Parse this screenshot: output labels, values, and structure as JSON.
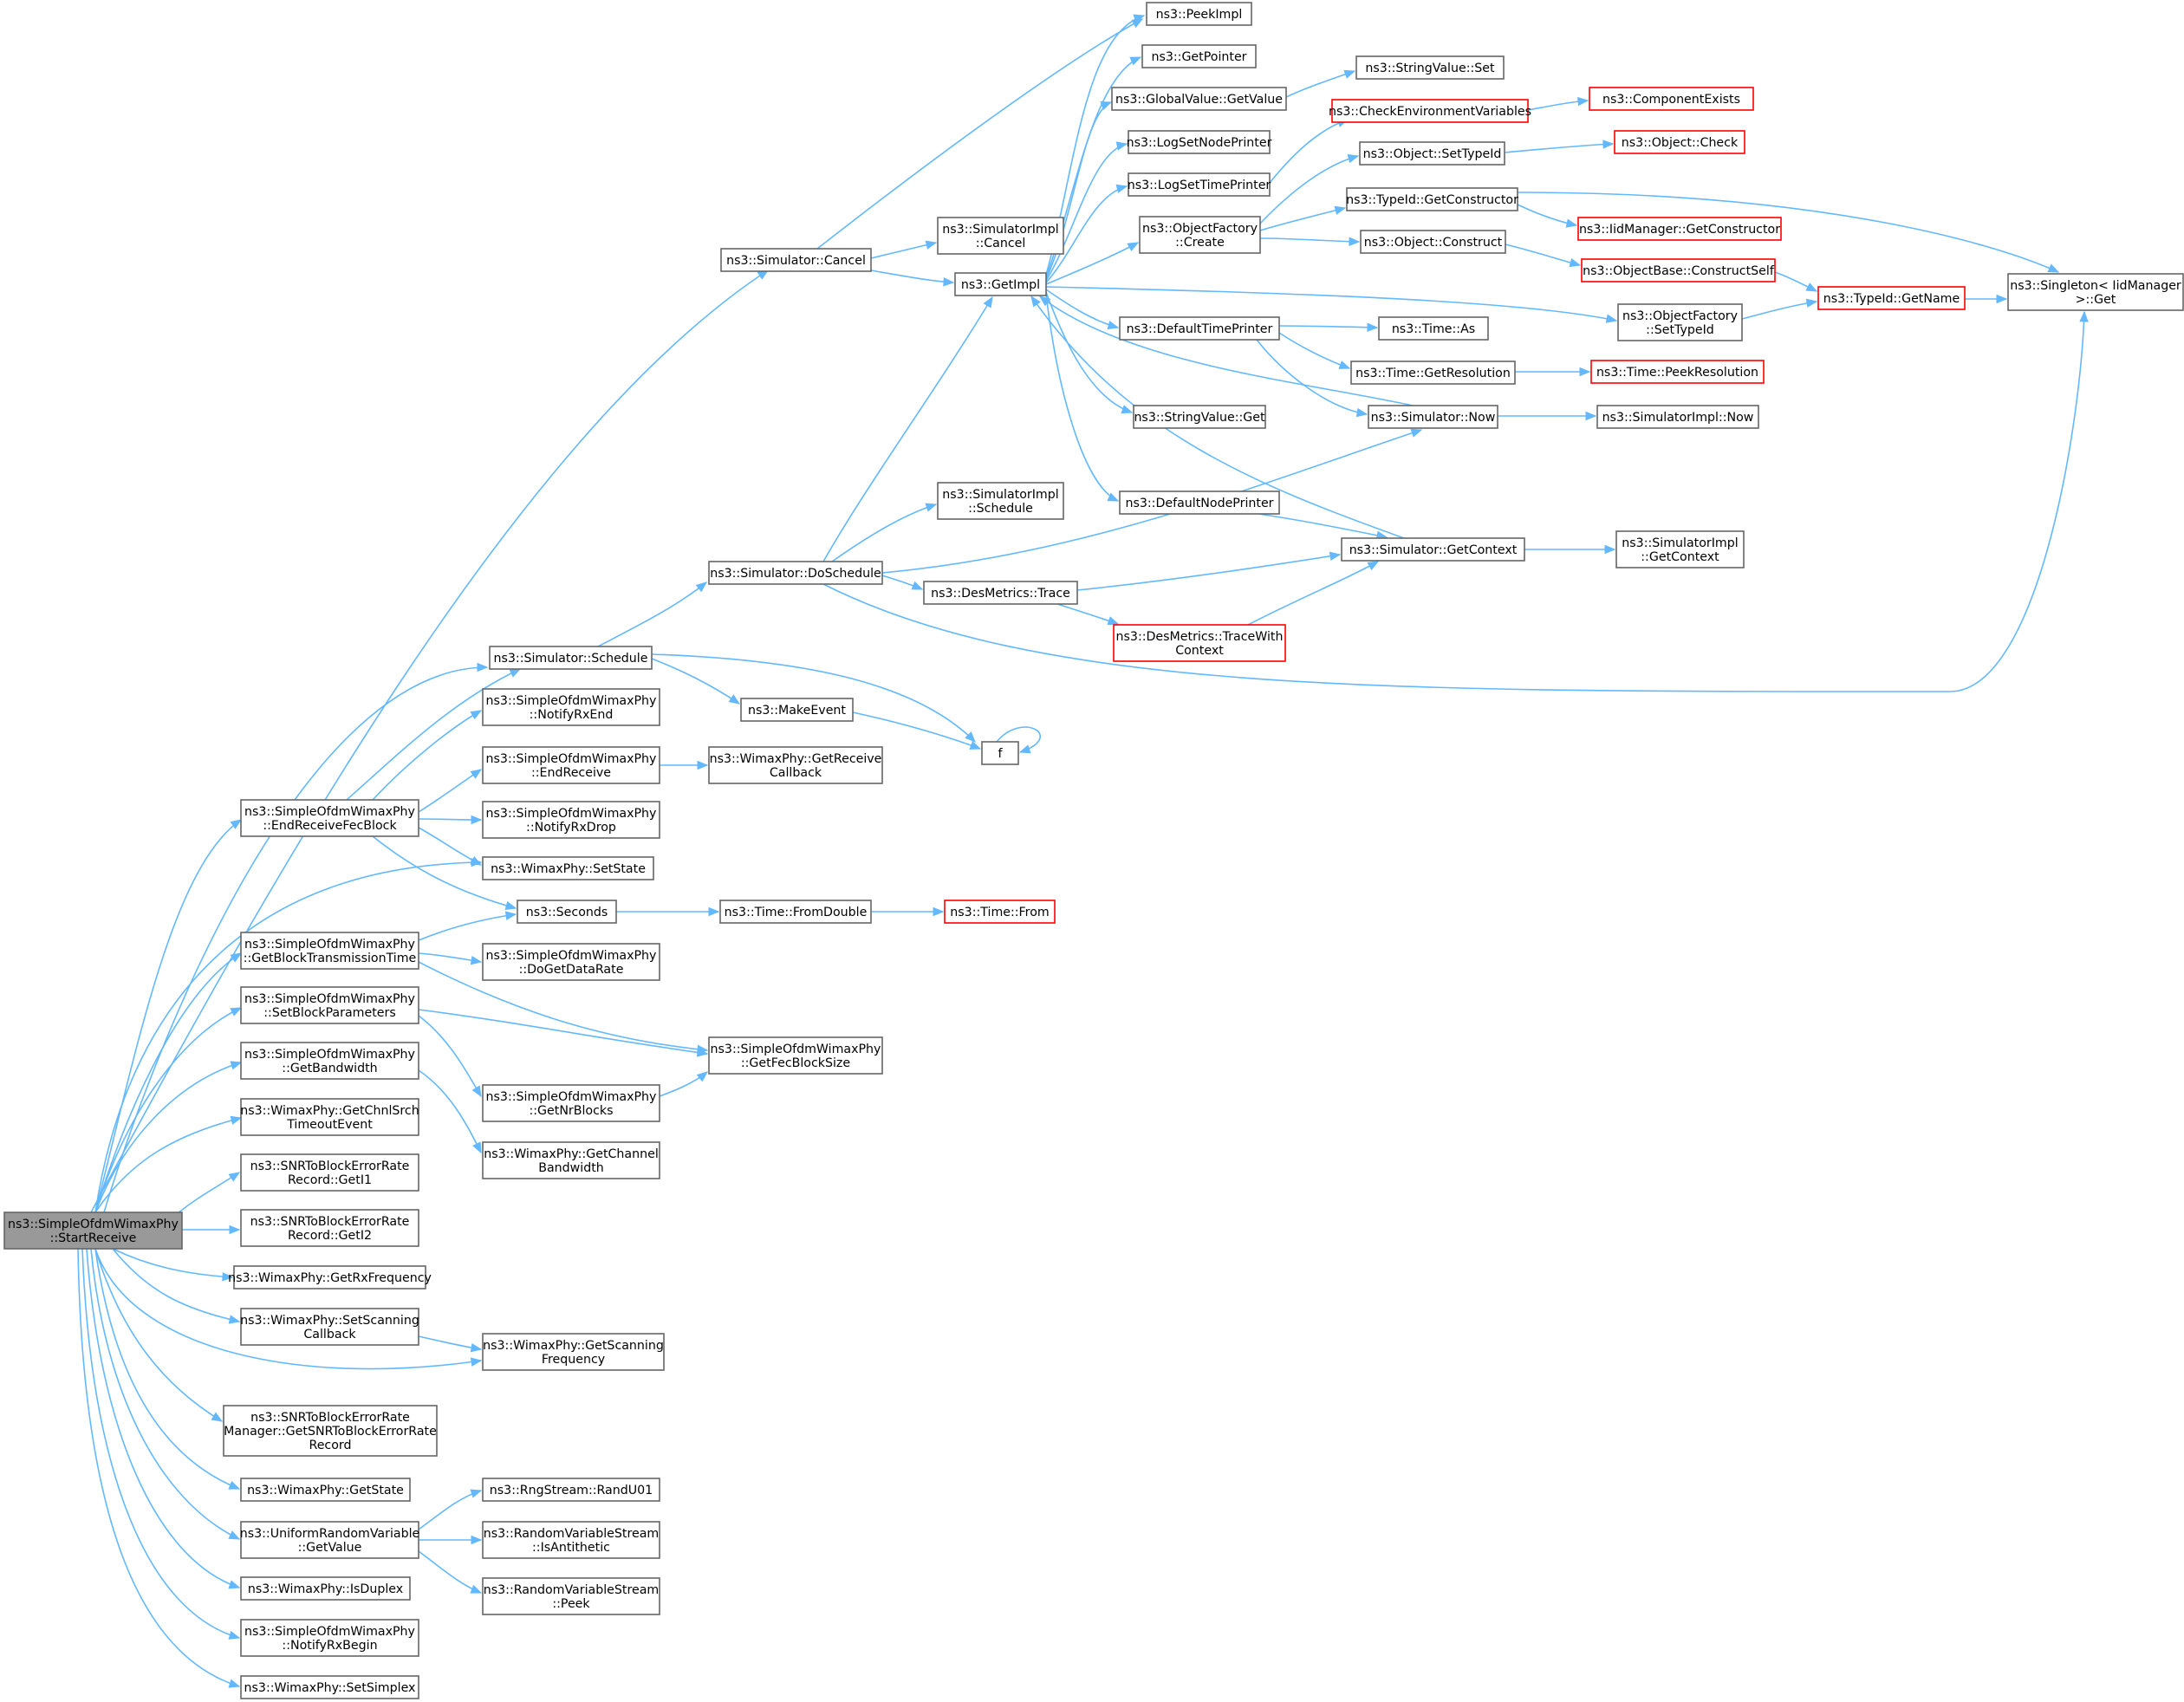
{
  "colors": {
    "edge": "#63b8ff",
    "node_border": "#666666",
    "node_fill": "#ffffff",
    "truncated_border": "#ff0000",
    "truncated_fill": "#ffffff",
    "root_fill": "#999999",
    "root_border": "#666666"
  },
  "nodes": [
    {
      "id": "root",
      "lines": [
        "ns3::SimpleOfdmWimaxPhy",
        "::StartReceive"
      ],
      "style": "root"
    },
    {
      "id": "cancel",
      "lines": [
        "ns3::Simulator::Cancel"
      ]
    },
    {
      "id": "peekimpl",
      "lines": [
        "ns3::PeekImpl"
      ]
    },
    {
      "id": "simimplcancel",
      "lines": [
        "ns3::SimulatorImpl",
        "::Cancel"
      ]
    },
    {
      "id": "getimpl",
      "lines": [
        "ns3::GetImpl"
      ]
    },
    {
      "id": "getpointer",
      "lines": [
        "ns3::GetPointer"
      ]
    },
    {
      "id": "gvgetvalue",
      "lines": [
        "ns3::GlobalValue::GetValue"
      ]
    },
    {
      "id": "svset",
      "lines": [
        "ns3::StringValue::Set"
      ]
    },
    {
      "id": "checkenv",
      "lines": [
        "ns3::CheckEnvironmentVariables"
      ],
      "style": "truncated"
    },
    {
      "id": "compexists",
      "lines": [
        "ns3::ComponentExists"
      ],
      "style": "truncated"
    },
    {
      "id": "logsetnode",
      "lines": [
        "ns3::LogSetNodePrinter"
      ]
    },
    {
      "id": "logsettime",
      "lines": [
        "ns3::LogSetTimePrinter"
      ]
    },
    {
      "id": "objsettypeid",
      "lines": [
        "ns3::Object::SetTypeId"
      ]
    },
    {
      "id": "objcheck",
      "lines": [
        "ns3::Object::Check"
      ],
      "style": "truncated"
    },
    {
      "id": "objfactcreate",
      "lines": [
        "ns3::ObjectFactory",
        "::Create"
      ]
    },
    {
      "id": "tidgetctor",
      "lines": [
        "ns3::TypeId::GetConstructor"
      ]
    },
    {
      "id": "iidgetctor",
      "lines": [
        "ns3::IidManager::GetConstructor"
      ],
      "style": "truncated"
    },
    {
      "id": "objconstruct",
      "lines": [
        "ns3::Object::Construct"
      ]
    },
    {
      "id": "objbaseconstruct",
      "lines": [
        "ns3::ObjectBase::ConstructSelf"
      ],
      "style": "truncated"
    },
    {
      "id": "tidgetname",
      "lines": [
        "ns3::TypeId::GetName"
      ],
      "style": "truncated"
    },
    {
      "id": "singleton",
      "lines": [
        "ns3::Singleton< IidManager",
        ">::Get"
      ]
    },
    {
      "id": "objfactsettypeid",
      "lines": [
        "ns3::ObjectFactory",
        "::SetTypeId"
      ]
    },
    {
      "id": "deftimeprinter",
      "lines": [
        "ns3::DefaultTimePrinter"
      ]
    },
    {
      "id": "timeas",
      "lines": [
        "ns3::Time::As"
      ]
    },
    {
      "id": "timegetres",
      "lines": [
        "ns3::Time::GetResolution"
      ]
    },
    {
      "id": "timepeekres",
      "lines": [
        "ns3::Time::PeekResolution"
      ],
      "style": "truncated"
    },
    {
      "id": "svget",
      "lines": [
        "ns3::StringValue::Get"
      ]
    },
    {
      "id": "simnow",
      "lines": [
        "ns3::Simulator::Now"
      ]
    },
    {
      "id": "simimplnow",
      "lines": [
        "ns3::SimulatorImpl::Now"
      ]
    },
    {
      "id": "simimplschedule",
      "lines": [
        "ns3::SimulatorImpl",
        "::Schedule"
      ]
    },
    {
      "id": "defnodeprinter",
      "lines": [
        "ns3::DefaultNodePrinter"
      ]
    },
    {
      "id": "simgetcontext",
      "lines": [
        "ns3::Simulator::GetContext"
      ]
    },
    {
      "id": "simimplgetcontext",
      "lines": [
        "ns3::SimulatorImpl",
        "::GetContext"
      ]
    },
    {
      "id": "dosched",
      "lines": [
        "ns3::Simulator::DoSchedule"
      ]
    },
    {
      "id": "destrace",
      "lines": [
        "ns3::DesMetrics::Trace"
      ]
    },
    {
      "id": "destracectx",
      "lines": [
        "ns3::DesMetrics::TraceWith",
        "Context"
      ],
      "style": "truncated"
    },
    {
      "id": "simschedule",
      "lines": [
        "ns3::Simulator::Schedule"
      ]
    },
    {
      "id": "makeevent",
      "lines": [
        "ns3::MakeEvent"
      ]
    },
    {
      "id": "f",
      "lines": [
        "f"
      ]
    },
    {
      "id": "notifyrxend",
      "lines": [
        "ns3::SimpleOfdmWimaxPhy",
        "::NotifyRxEnd"
      ]
    },
    {
      "id": "endreceive",
      "lines": [
        "ns3::SimpleOfdmWimaxPhy",
        "::EndReceive"
      ]
    },
    {
      "id": "getreceivecb",
      "lines": [
        "ns3::WimaxPhy::GetReceive",
        "Callback"
      ]
    },
    {
      "id": "endrecfec",
      "lines": [
        "ns3::SimpleOfdmWimaxPhy",
        "::EndReceiveFecBlock"
      ]
    },
    {
      "id": "notifyrxdrop",
      "lines": [
        "ns3::SimpleOfdmWimaxPhy",
        "::NotifyRxDrop"
      ]
    },
    {
      "id": "setstate",
      "lines": [
        "ns3::WimaxPhy::SetState"
      ]
    },
    {
      "id": "seconds",
      "lines": [
        "ns3::Seconds"
      ]
    },
    {
      "id": "fromdouble",
      "lines": [
        "ns3::Time::FromDouble"
      ]
    },
    {
      "id": "timefrom",
      "lines": [
        "ns3::Time::From"
      ],
      "style": "truncated"
    },
    {
      "id": "getblocktx",
      "lines": [
        "ns3::SimpleOfdmWimaxPhy",
        "::GetBlockTransmissionTime"
      ]
    },
    {
      "id": "dogetdatarate",
      "lines": [
        "ns3::SimpleOfdmWimaxPhy",
        "::DoGetDataRate"
      ]
    },
    {
      "id": "setblockparams",
      "lines": [
        "ns3::SimpleOfdmWimaxPhy",
        "::SetBlockParameters"
      ]
    },
    {
      "id": "getfecblocksize",
      "lines": [
        "ns3::SimpleOfdmWimaxPhy",
        "::GetFecBlockSize"
      ]
    },
    {
      "id": "getbandwidth",
      "lines": [
        "ns3::SimpleOfdmWimaxPhy",
        "::GetBandwidth"
      ]
    },
    {
      "id": "getnrblocks",
      "lines": [
        "ns3::SimpleOfdmWimaxPhy",
        "::GetNrBlocks"
      ]
    },
    {
      "id": "getchnlsrch",
      "lines": [
        "ns3::WimaxPhy::GetChnlSrch",
        "TimeoutEvent"
      ]
    },
    {
      "id": "getchannelbw",
      "lines": [
        "ns3::WimaxPhy::GetChannel",
        "Bandwidth"
      ]
    },
    {
      "id": "geti1",
      "lines": [
        "ns3::SNRToBlockErrorRate",
        "Record::GetI1"
      ]
    },
    {
      "id": "geti2",
      "lines": [
        "ns3::SNRToBlockErrorRate",
        "Record::GetI2"
      ]
    },
    {
      "id": "getrxfreq",
      "lines": [
        "ns3::WimaxPhy::GetRxFrequency"
      ]
    },
    {
      "id": "setscancb",
      "lines": [
        "ns3::WimaxPhy::SetScanning",
        "Callback"
      ]
    },
    {
      "id": "getscanfreq",
      "lines": [
        "ns3::WimaxPhy::GetScanning",
        "Frequency"
      ]
    },
    {
      "id": "snrmgr",
      "lines": [
        "ns3::SNRToBlockErrorRate",
        "Manager::GetSNRToBlockErrorRate",
        "Record"
      ]
    },
    {
      "id": "getstate",
      "lines": [
        "ns3::WimaxPhy::GetState"
      ]
    },
    {
      "id": "urvgetvalue",
      "lines": [
        "ns3::UniformRandomVariable",
        "::GetValue"
      ]
    },
    {
      "id": "randu01",
      "lines": [
        "ns3::RngStream::RandU01"
      ]
    },
    {
      "id": "isantithetic",
      "lines": [
        "ns3::RandomVariableStream",
        "::IsAntithetic"
      ]
    },
    {
      "id": "peek",
      "lines": [
        "ns3::RandomVariableStream",
        "::Peek"
      ]
    },
    {
      "id": "isduplex",
      "lines": [
        "ns3::WimaxPhy::IsDuplex"
      ]
    },
    {
      "id": "notifyrxbegin",
      "lines": [
        "ns3::SimpleOfdmWimaxPhy",
        "::NotifyRxBegin"
      ]
    },
    {
      "id": "setsimplex",
      "lines": [
        "ns3::WimaxPhy::SetSimplex"
      ]
    }
  ]
}
